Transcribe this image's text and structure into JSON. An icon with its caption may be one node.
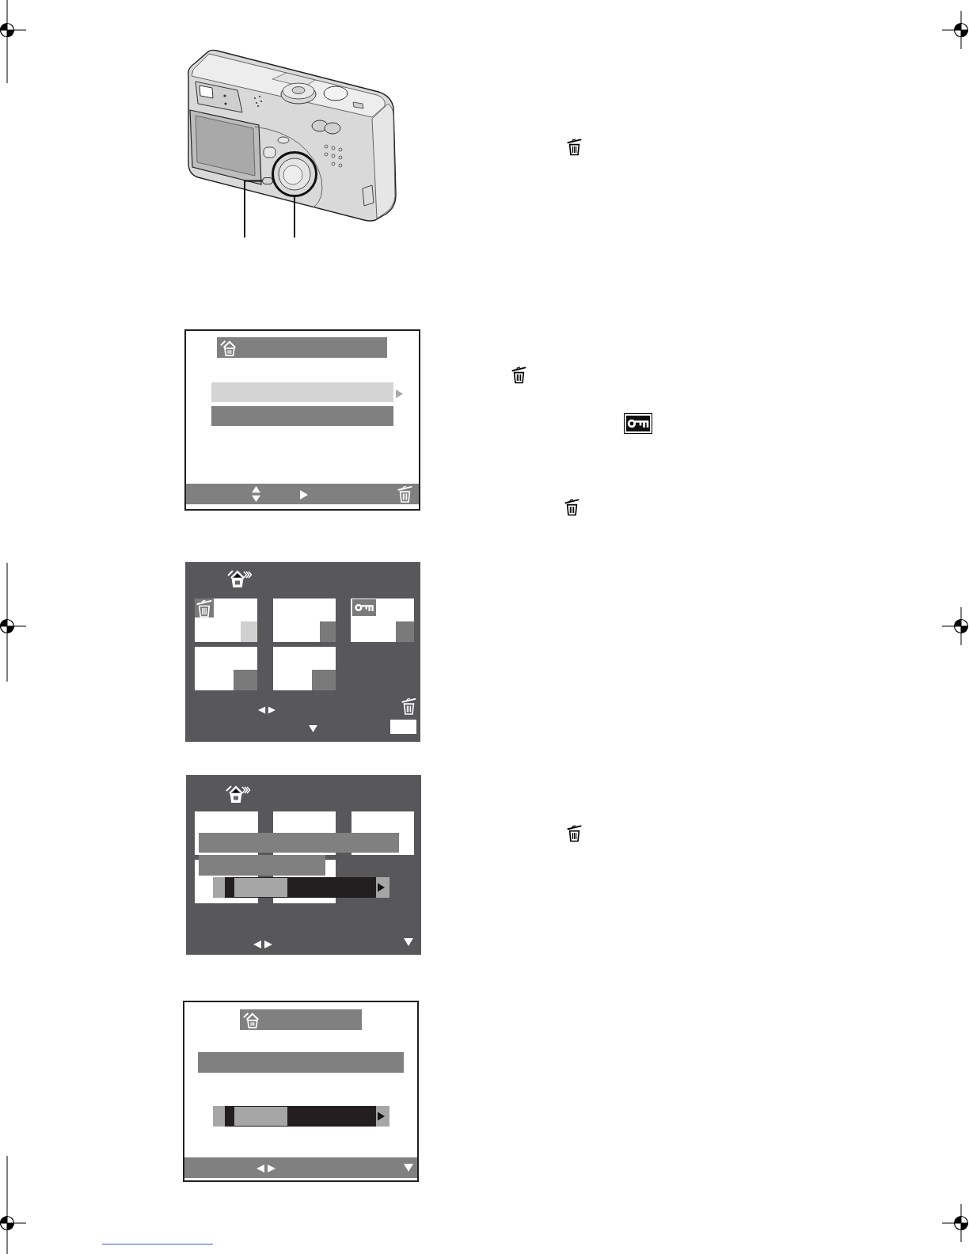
{
  "diagram": {
    "nodes": [
      {
        "text": [],
        "shape": "box"
      },
      {
        "text": [],
        "shape": "circle"
      }
    ],
    "edges": [
      {
        "from": null,
        "to": 0,
        "arrow": "none"
      },
      {
        "from": null,
        "to": 1,
        "arrow": "none"
      }
    ]
  }
}
